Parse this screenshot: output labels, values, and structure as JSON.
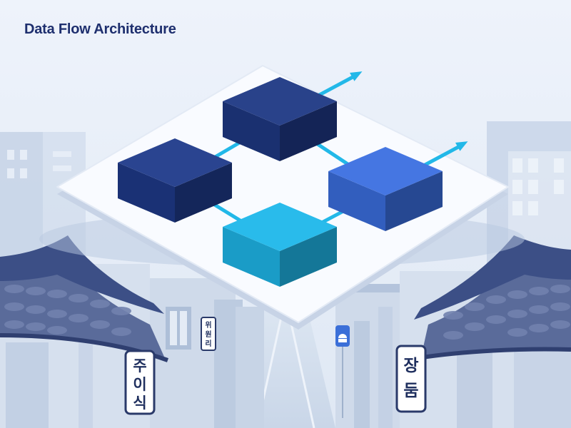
{
  "title": "Data Flow Architecture",
  "diagram": {
    "nodes": [
      {
        "id": "node-1",
        "color": "#1f3a8a"
      },
      {
        "id": "node-2",
        "color": "#1e3884"
      },
      {
        "id": "node-3",
        "color": "#3b6fe0"
      },
      {
        "id": "node-4",
        "color": "#1eb7ea"
      }
    ],
    "connectors": [
      {
        "from": "node-1",
        "to": "node-2"
      },
      {
        "from": "node-1",
        "to": "node-4"
      },
      {
        "from": "node-2",
        "to": "node-3"
      },
      {
        "from": "node-4",
        "to": "node-3"
      }
    ],
    "outputs": [
      {
        "from": "node-2",
        "direction": "up-right"
      },
      {
        "from": "node-3",
        "direction": "up-right"
      }
    ],
    "accent": "#22b8e8"
  },
  "signs": {
    "left": {
      "chars": [
        "주",
        "이",
        "식"
      ]
    },
    "middle": {
      "chars": [
        "위",
        "원",
        "리"
      ]
    },
    "right": {
      "chars": [
        "장",
        "둠"
      ]
    }
  }
}
